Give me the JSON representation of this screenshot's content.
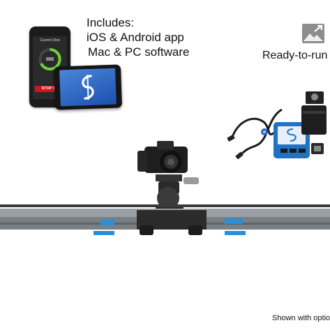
{
  "includes": {
    "heading": "Includes:",
    "line1": "iOS & Android app",
    "line2": "Mac & PC software"
  },
  "ready_label": "Ready-to-run",
  "footer_text": "Shown with optio",
  "phone": {
    "screen_title": "Current Shot",
    "stop_label": "STOP SH"
  },
  "icons": {
    "expand": "expand-image-icon",
    "app_logo": "infinity-logo-icon"
  },
  "colors": {
    "rail": "#8a8f94",
    "clips": "#2c8fd6",
    "controller_box": "#1c6fbf",
    "stop_button": "#d0141b",
    "tablet_screen": "#2a62c4"
  }
}
